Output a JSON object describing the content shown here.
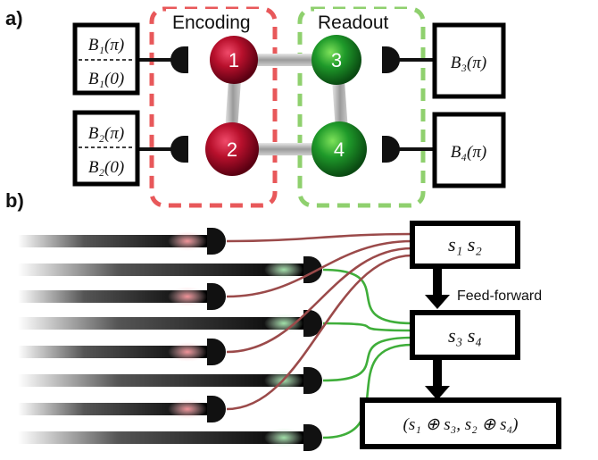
{
  "panel_a": {
    "label": "a)",
    "encoding_label": "Encoding",
    "readout_label": "Readout",
    "qubits": [
      "1",
      "2",
      "3",
      "4"
    ],
    "boxes": {
      "b1_top": "B₁(π)",
      "b1_bottom": "B₁(0)",
      "b2_top": "B₂(π)",
      "b2_bottom": "B₂(0)",
      "b3": "B₃(π)",
      "b4": "B₄(π)"
    },
    "colors": {
      "encoding": "#e8585a",
      "readout": "#5cc04a",
      "qubit_red": "#b0102a",
      "qubit_green": "#1f8a2a"
    }
  },
  "panel_b": {
    "label": "b)",
    "box1": "s₁  s₂",
    "box2": "s₃   s₄",
    "box3": "(s₁ ⊕ s₃, s₂ ⊕ s₄)",
    "feedforward_label": "Feed-forward",
    "colors": {
      "red_wire": "#9b4a4a",
      "green_wire": "#3fae3a"
    }
  }
}
